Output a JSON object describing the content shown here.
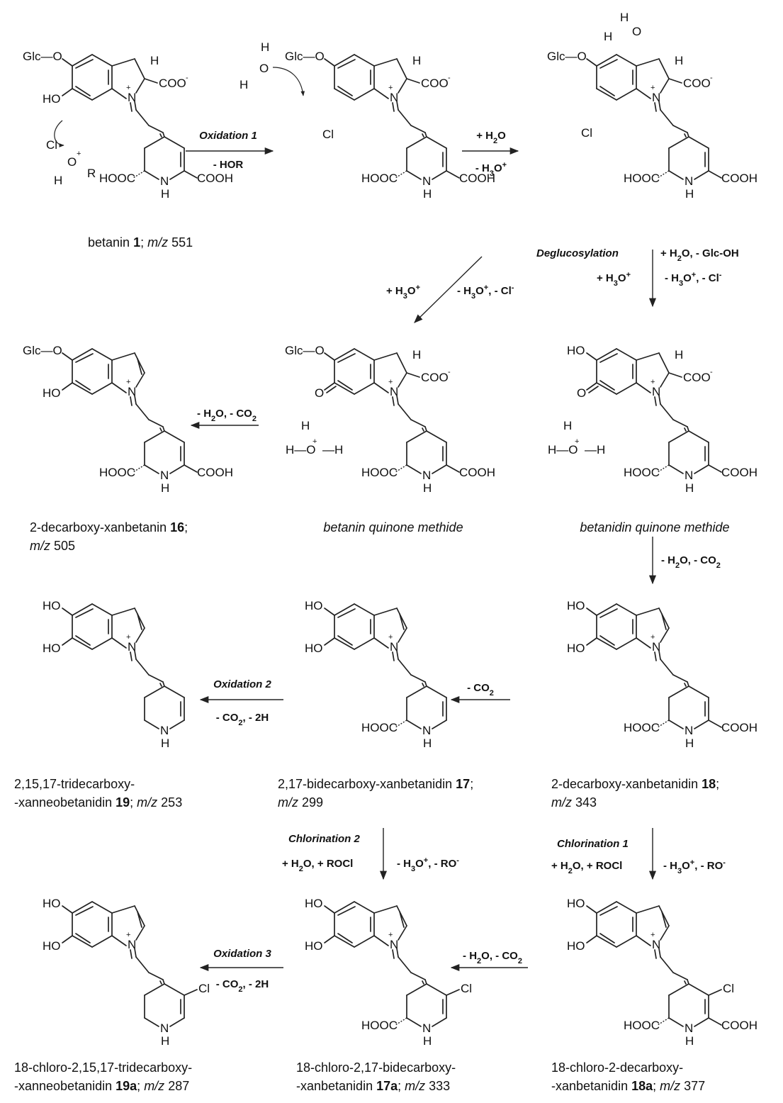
{
  "structures": [
    {
      "id": "s1",
      "glc": "Glc",
      "o": "O",
      "ho": "HO",
      "cl": "Cl",
      "r": "R",
      "h": "H",
      "charge": "+",
      "coo": "COO",
      "neg": "-",
      "hooc": "HOOC",
      "cooh": "COOH",
      "n": "N",
      "nh": "H"
    },
    {
      "id": "s2",
      "glc": "Glc",
      "o": "O",
      "h": "H",
      "cl": "Cl",
      "charge": "+",
      "coo": "COO",
      "neg": "-",
      "hooc": "HOOC",
      "cooh": "COOH",
      "n": "N",
      "nh": "H"
    },
    {
      "id": "s3",
      "glc": "Glc",
      "o": "O",
      "h": "H",
      "cl": "Cl",
      "charge": "+",
      "coo": "COO",
      "neg": "-",
      "hooc": "HOOC",
      "cooh": "COOH",
      "n": "N",
      "nh": "H"
    }
  ],
  "water_labels": {
    "h": "H",
    "o": "O",
    "plus": "+"
  },
  "atoms": {
    "ho": "HO",
    "glc": "Glc",
    "o": "O",
    "cl": "Cl",
    "h": "H",
    "n": "N",
    "hooc": "HOOC",
    "cooh": "COOH",
    "coo": "COO",
    "plus": "+",
    "minus": "-",
    "r": "R"
  },
  "arrows": {
    "oxidation1": {
      "title": "Oxidation 1",
      "sub": "- HOR"
    },
    "water_add": {
      "top": "+ H",
      "top_sub": "2",
      "top_tail": "O",
      "bottom": "- H",
      "bottom_sub": "3",
      "bottom_tail": "O",
      "bottom_sup": "+"
    },
    "to_betanin_qm": {
      "left": "+ H",
      "left_sub": "3",
      "left_tail": "O",
      "left_sup": "+",
      "right": "- H",
      "right_sub": "3",
      "right_tail": "O",
      "right_sup": "+",
      "right2": ", - Cl",
      "right2_sup": "-"
    },
    "deglucosylation": {
      "title": "Deglucosylation",
      "t1": "+ H",
      "t1_sub": "2",
      "t1_tail": "O,  - Glc-OH",
      "l1": "+ H",
      "l1_sub": "3",
      "l1_tail": "O",
      "l1_sup": "+",
      "r1": "- H",
      "r1_sub": "3",
      "r1_tail": "O",
      "r1_sup": "+",
      "r2": ", - Cl",
      "r2_sup": "-"
    },
    "decarb16": {
      "a": "- H",
      "a_sub": "2",
      "b": "O,  - CO",
      "b_sub": "2"
    },
    "decarb18": {
      "a": "- H",
      "a_sub": "2",
      "b": "O,  - CO",
      "b_sub": "2"
    },
    "co2_17": {
      "a": "- CO",
      "a_sub": "2"
    },
    "oxidation2": {
      "title": "Oxidation 2",
      "a": "- CO",
      "a_sub": "2",
      "b": ", - 2H"
    },
    "chlorination2": {
      "title": "Chlorination 2",
      "l": "+ H",
      "l_sub": "2",
      "l_tail": "O, + ROCl",
      "r": "- H",
      "r_sub": "3",
      "r_tail": "O",
      "r_sup": "+",
      "r2": ",  - RO",
      "r2_sup": "-"
    },
    "chlorination1": {
      "title": "Chlorination 1",
      "l": "+ H",
      "l_sub": "2",
      "l_tail": "O, + ROCl",
      "r": "- H",
      "r_sub": "3",
      "r_tail": "O",
      "r_sup": "+",
      "r2": ",  - RO",
      "r2_sup": "-"
    },
    "decarb17a": {
      "a": "- H",
      "a_sub": "2",
      "b": "O,  - CO",
      "b_sub": "2"
    },
    "oxidation3": {
      "title": "Oxidation 3",
      "a": "- CO",
      "a_sub": "2",
      "b": ", - 2H"
    }
  },
  "captions": {
    "c1": {
      "l1a": "betanin ",
      "l1b": "1",
      "l1c": ";  ",
      "l1d": "m/z",
      "l1e": " 551"
    },
    "c16": {
      "l1a": "2-decarboxy-xanbetanin  ",
      "l1b": "16",
      "l1c": ";",
      "l2d": "m/z",
      "l2e": " 505"
    },
    "cbqm": {
      "l1": "betanin quinone methide"
    },
    "cdqm": {
      "l1": "betanidin quinone methide"
    },
    "c19": {
      "l1": "2,15,17-tridecarboxy-",
      "l2a": "-xanneobetanidin ",
      "l2b": "19",
      "l2c": ";  ",
      "l2d": "m/z",
      "l2e": " 253"
    },
    "c17": {
      "l1a": "2,17-bidecarboxy-xanbetanidin ",
      "l1b": "17",
      "l1c": ";",
      "l2d": "m/z",
      "l2e": " 299"
    },
    "c18": {
      "l1a": "2-decarboxy-xanbetanidin   ",
      "l1b": "18",
      "l1c": ";",
      "l2d": "m/z",
      "l2e": " 343"
    },
    "c19a": {
      "l1": "18-chloro-2,15,17-tridecarboxy-",
      "l2a": "-xanneobetanidin ",
      "l2b": "19a",
      "l2c": ";  ",
      "l2d": "m/z",
      "l2e": " 287"
    },
    "c17a": {
      "l1": "18-chloro-2,17-bidecarboxy-",
      "l2a": "-xanbetanidin ",
      "l2b": "17a",
      "l2c": ";  ",
      "l2d": "m/z",
      "l2e": " 333"
    },
    "c18a": {
      "l1": "18-chloro-2-decarboxy-",
      "l2a": "-xanbetanidin ",
      "l2b": "18a",
      "l2c": ";  ",
      "l2d": "m/z",
      "l2e": " 377"
    }
  }
}
